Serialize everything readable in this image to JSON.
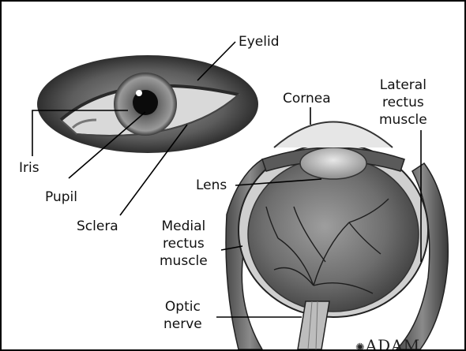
{
  "labels": {
    "eyelid": "Eyelid",
    "cornea": "Cornea",
    "lateral_rectus": "Lateral\nrectus\nmuscle",
    "iris": "Iris",
    "lens": "Lens",
    "pupil": "Pupil",
    "sclera": "Sclera",
    "medial_rectus": "Medial\nrectus\nmuscle",
    "optic_nerve": "Optic\nnerve"
  },
  "brand": "ADAM"
}
